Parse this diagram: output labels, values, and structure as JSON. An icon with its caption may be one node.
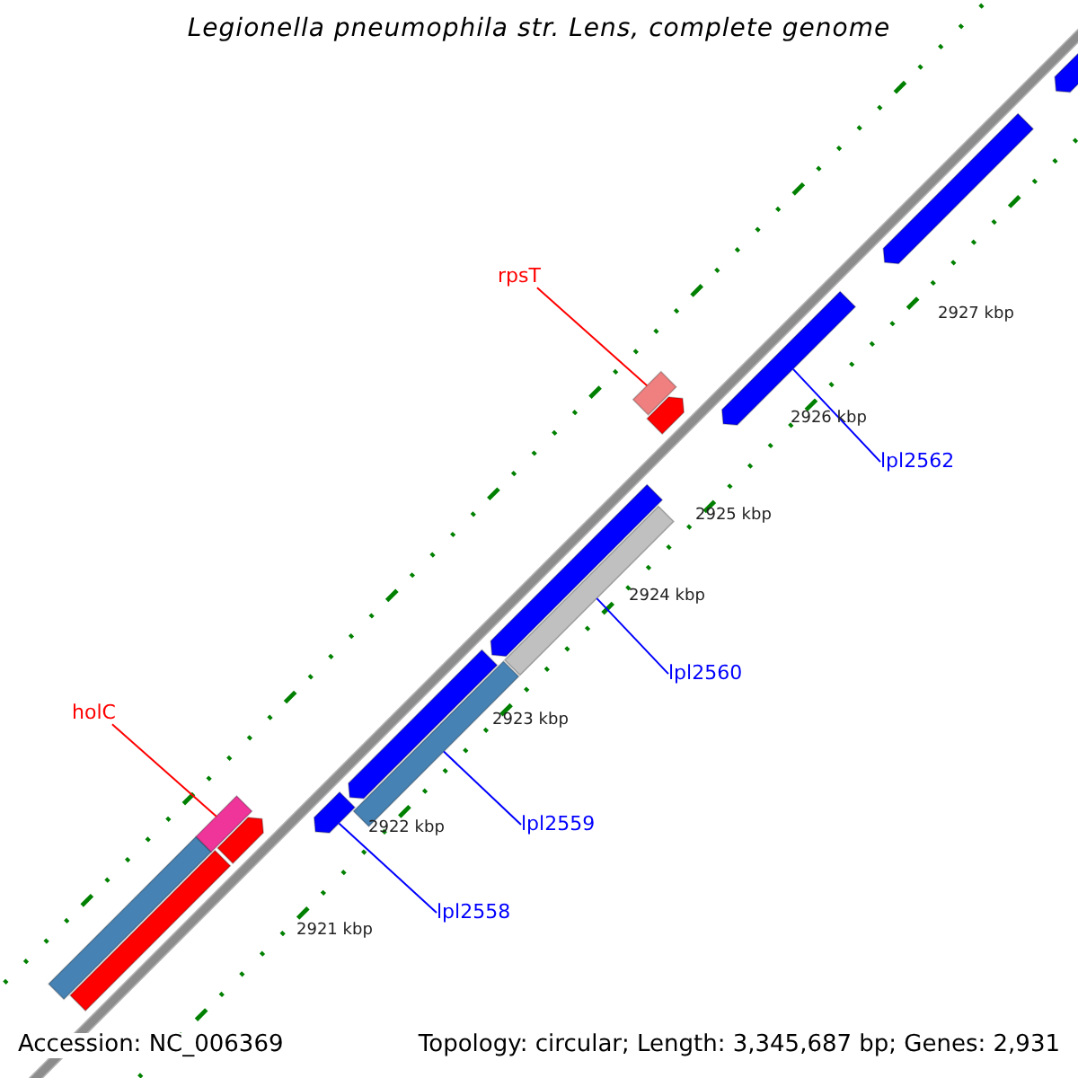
{
  "diagram": {
    "title": "Legionella pneumophila str. Lens, complete genome",
    "nodes": [
      {
        "text": [],
        "shape": "bar"
      },
      {
        "text": [],
        "shape": "bar"
      },
      {
        "text": [],
        "shape": "bar"
      },
      {
        "text": [],
        "shape": "bar"
      },
      {
        "text": [],
        "shape": "bar"
      },
      {
        "text": [],
        "shape": "bar"
      },
      {
        "text": [],
        "shape": "bar"
      },
      {
        "text": [],
        "shape": "bar"
      },
      {
        "text": [],
        "shape": "bar"
      },
      {
        "text": [],
        "shape": "bar"
      },
      {
        "text": [],
        "shape": "bar"
      },
      {
        "text": [],
        "shape": "bar"
      },
      {
        "text": [],
        "shape": "bar"
      },
      {
        "text": [],
        "shape": "bar"
      },
      {
        "text": [
          "holC"
        ]
      },
      {
        "text": [
          "rpsT"
        ]
      },
      {
        "text": [
          "lpl2558"
        ]
      },
      {
        "text": [
          "lpl2559"
        ]
      },
      {
        "text": [
          "lpl2560"
        ]
      },
      {
        "text": [
          "lpl2562"
        ]
      }
    ],
    "edges": [
      {
        "from": 14,
        "to": 2,
        "arrow": "none",
        "color": "#ff0000"
      },
      {
        "from": 15,
        "to": 9,
        "arrow": "none",
        "color": "#ff0000"
      },
      {
        "from": 16,
        "to": 4,
        "arrow": "none"
      },
      {
        "from": 17,
        "to": 5,
        "arrow": "none"
      },
      {
        "from": 18,
        "to": 8,
        "arrow": "none"
      },
      {
        "from": 19,
        "to": 11,
        "arrow": "none"
      }
    ],
    "labels": [
      "2927 kbp",
      "2926 kbp",
      "2925 kbp",
      "2924 kbp",
      "2923 kbp",
      "2922 kbp",
      "2921 kbp",
      "Accession: NC_006369",
      "Topology: circular; Length: 3,345,687 bp; Genes: 2,931"
    ]
  }
}
